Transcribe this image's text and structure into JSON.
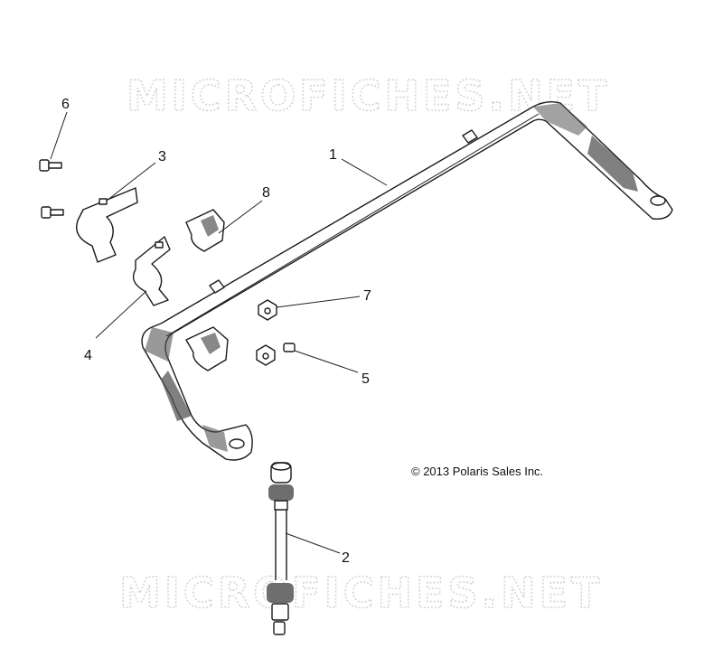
{
  "watermark": {
    "top": "MICROFICHES.NET",
    "bottom": "MICROFICHES.NET"
  },
  "copyright": "© 2013 Polaris Sales Inc.",
  "callouts": [
    {
      "id": "1",
      "label": "1"
    },
    {
      "id": "2",
      "label": "2"
    },
    {
      "id": "3",
      "label": "3"
    },
    {
      "id": "4",
      "label": "4"
    },
    {
      "id": "5",
      "label": "5"
    },
    {
      "id": "6",
      "label": "6"
    },
    {
      "id": "7",
      "label": "7"
    },
    {
      "id": "8",
      "label": "8"
    }
  ]
}
